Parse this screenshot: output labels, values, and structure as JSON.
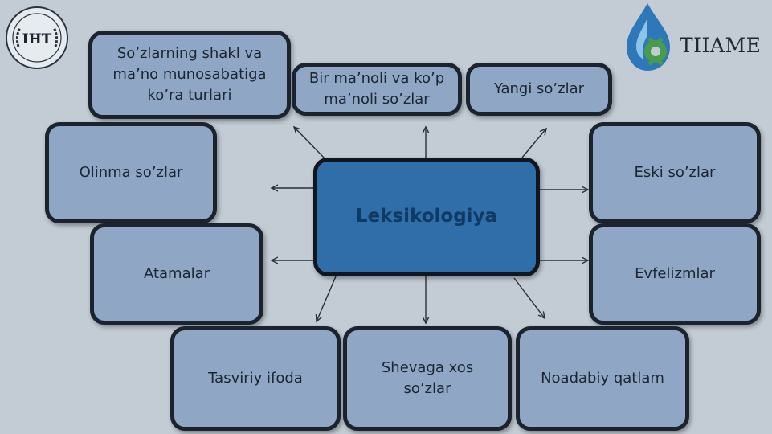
{
  "logos": {
    "left_badge_text": "IHT",
    "right_brand_text": "TIIAME"
  },
  "center": {
    "label": "Leksikologiya"
  },
  "nodes": {
    "shakl": "So’zlarning shakl va\nma’no munosabatiga\nko’ra turlari",
    "bir": "Bir ma’noli va ko’p\nma’noli so’zlar",
    "yangi": "Yangi so’zlar",
    "olinma": "Olinma so’zlar",
    "eski": "Eski so’zlar",
    "atamalar": "Atamalar",
    "evfelizmlar": "Evfelizmlar",
    "tasviriy": "Tasviriy ifoda",
    "shevaga": "Shevaga xos\nso’zlar",
    "noadabiy": "Noadabiy qatlam"
  },
  "colors": {
    "background": "#c3ccd5",
    "node_fill": "#8fa7c4",
    "center_fill": "#2f6ea8",
    "border": "#1a232e"
  }
}
